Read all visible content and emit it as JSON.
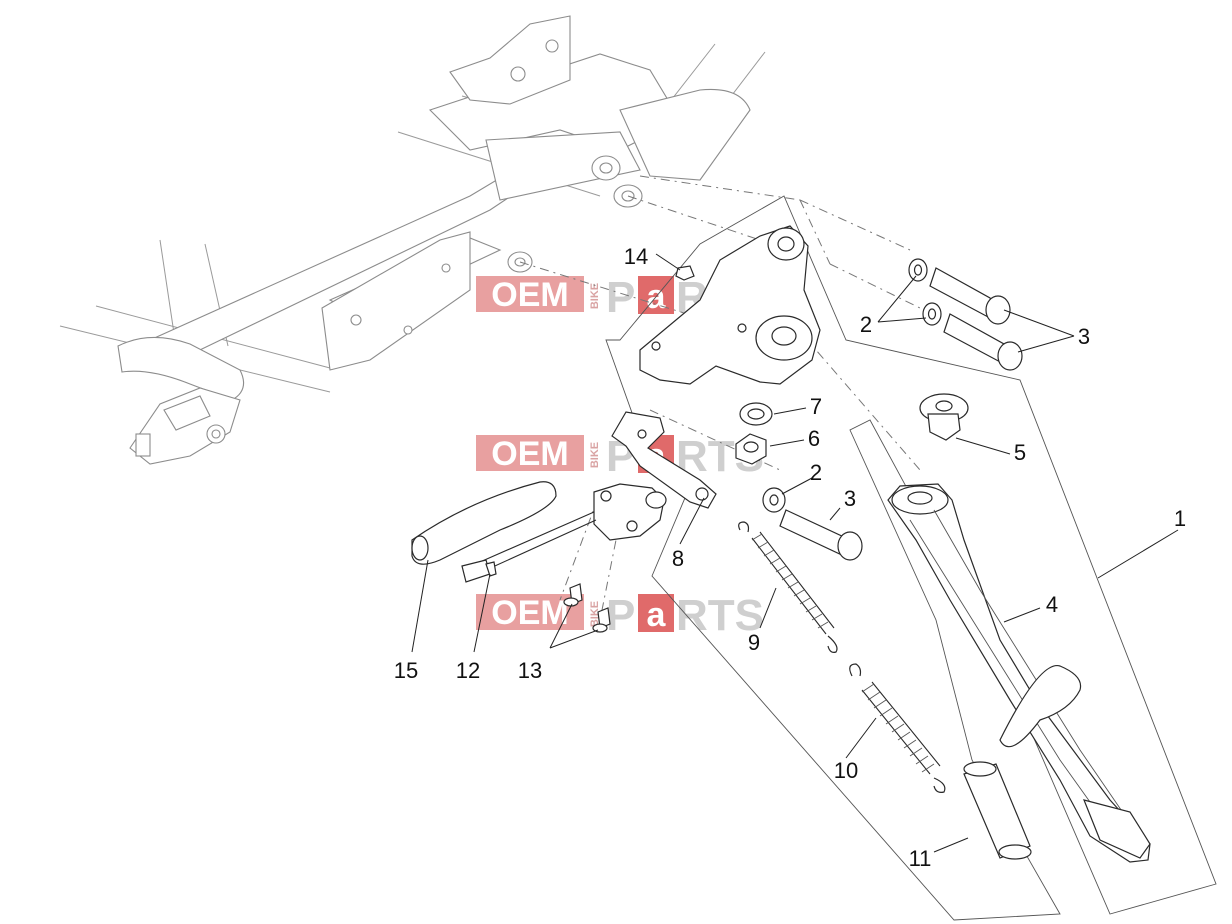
{
  "watermark": {
    "oem": "OEM",
    "bike": "BIKE",
    "parts_p": "P",
    "parts_a": "a",
    "parts_rts": "RTS",
    "oem_color": "#e8a0a0",
    "accent_color": "#e06a6a"
  },
  "labels": [
    {
      "id": "1",
      "text": "1"
    },
    {
      "id": "2a",
      "text": "2"
    },
    {
      "id": "3a",
      "text": "3"
    },
    {
      "id": "2b",
      "text": "2"
    },
    {
      "id": "3b",
      "text": "3"
    },
    {
      "id": "4",
      "text": "4"
    },
    {
      "id": "5",
      "text": "5"
    },
    {
      "id": "6",
      "text": "6"
    },
    {
      "id": "7",
      "text": "7"
    },
    {
      "id": "8",
      "text": "8"
    },
    {
      "id": "9",
      "text": "9"
    },
    {
      "id": "10",
      "text": "10"
    },
    {
      "id": "11",
      "text": "11"
    },
    {
      "id": "12",
      "text": "12"
    },
    {
      "id": "13",
      "text": "13"
    },
    {
      "id": "14",
      "text": "14"
    },
    {
      "id": "15",
      "text": "15"
    }
  ]
}
